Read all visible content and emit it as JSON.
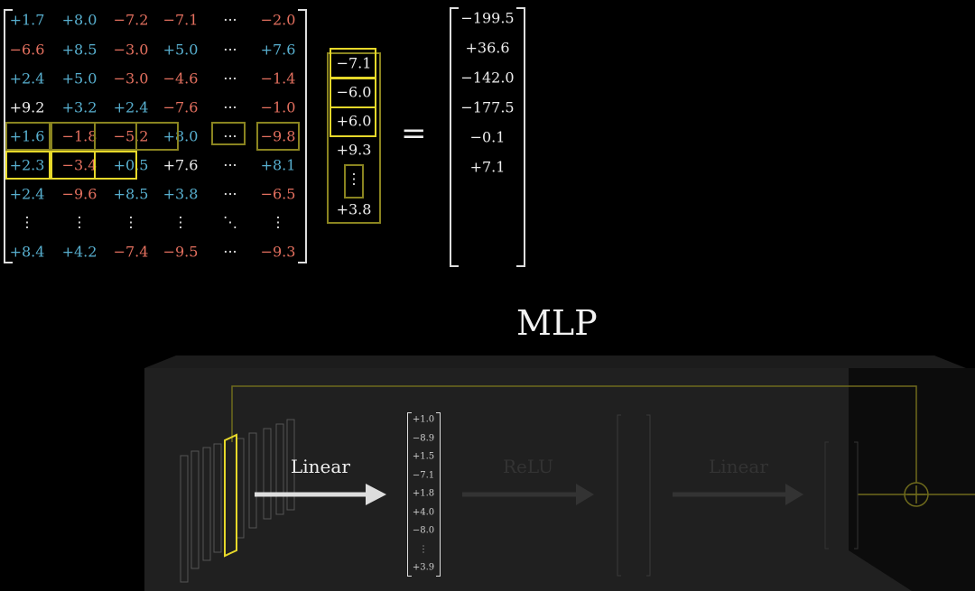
{
  "matrix": {
    "rows": [
      [
        "+1.7",
        "+8.0",
        "−7.2",
        "−7.1",
        "···",
        "−2.0"
      ],
      [
        "−6.6",
        "+8.5",
        "−3.0",
        "+5.0",
        "···",
        "+7.6"
      ],
      [
        "+2.4",
        "+5.0",
        "−3.0",
        "−4.6",
        "···",
        "−1.4"
      ],
      [
        "+9.2",
        "+3.2",
        "+2.4",
        "−7.6",
        "···",
        "−1.0"
      ],
      [
        "+1.6",
        "−1.8",
        "−5.2",
        "+8.0",
        "···",
        "−9.8"
      ],
      [
        "+2.3",
        "−3.4",
        "+0.5",
        "+7.6",
        "···",
        "+8.1"
      ],
      [
        "+2.4",
        "−9.6",
        "+8.5",
        "+3.8",
        "···",
        "−6.5"
      ],
      [
        "⋮",
        "⋮",
        "⋮",
        "⋮",
        "⋱",
        "⋮"
      ],
      [
        "+8.4",
        "+4.2",
        "−7.4",
        "−9.5",
        "···",
        "−9.3"
      ]
    ]
  },
  "vector": [
    "−7.1",
    "−6.0",
    "+6.0",
    "+9.3",
    "⋮",
    "+3.8"
  ],
  "equals": "=",
  "result": [
    "−199.5",
    "+36.6",
    "−142.0",
    "−177.5",
    "−0.1",
    "+7.1"
  ],
  "title": "MLP",
  "mlp": {
    "step1": "Linear",
    "step2": "ReLU",
    "step3": "Linear",
    "hidden": [
      "+1.0",
      "−8.9",
      "+1.5",
      "−7.1",
      "+1.8",
      "+4.0",
      "−8.0",
      "⋮",
      "+3.9"
    ],
    "plus": "+"
  },
  "colors": {
    "positive": "#58b0d0",
    "negative": "#e4705f",
    "highlight": "#e6d82a",
    "highlight_dim": "#8a8420"
  }
}
